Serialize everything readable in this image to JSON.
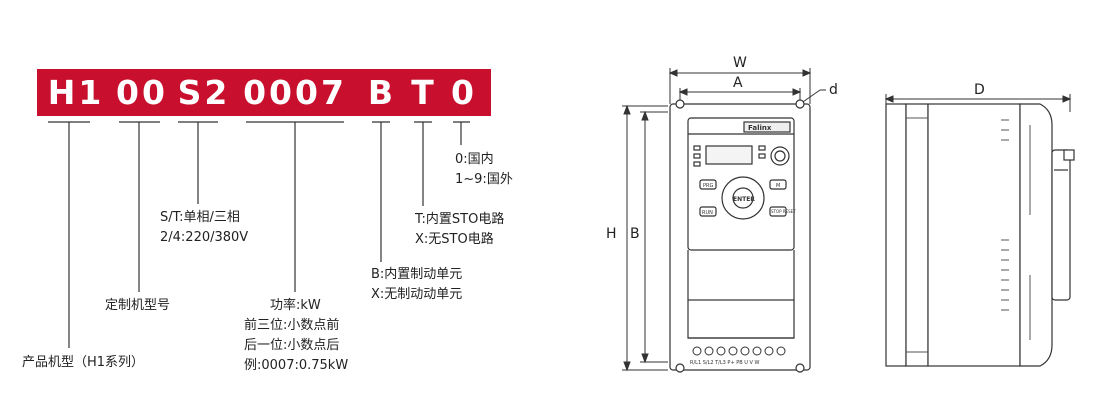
{
  "model_code": {
    "segments": [
      "H1",
      "00",
      "S2",
      "0007",
      "B",
      "T",
      "0"
    ],
    "color": "#c8102e"
  },
  "descriptions": {
    "series": "产品机型（H1系列）",
    "custom": "定制机型号",
    "phase_line1": "S/T:单相/三相",
    "phase_line2": "2/4:220/380V",
    "power_line1": "功率:kW",
    "power_line2": "前三位:小数点前",
    "power_line3": "后一位:小数点后",
    "power_line4": "例:0007:0.75kW",
    "brake_line1": "B:内置制动单元",
    "brake_line2": "X:无制动动单元",
    "sto_line1": "T:内置STO电路",
    "sto_line2": "X:无STO电路",
    "region_line1": "0:国内",
    "region_line2": "1~9:国外"
  },
  "drawing": {
    "dim_w": "W",
    "dim_a": "A",
    "dim_d_small": "d",
    "dim_h": "H",
    "dim_b": "B",
    "dim_d": "D",
    "brand": "Falinx",
    "enter_label": "ENTER",
    "prg_label": "PRG",
    "m_label": "M",
    "run_label": "RUN",
    "stop_label": "STOP RESET",
    "terminals": "R/L1 S/L2 T/L3 P+ PB U V W"
  }
}
